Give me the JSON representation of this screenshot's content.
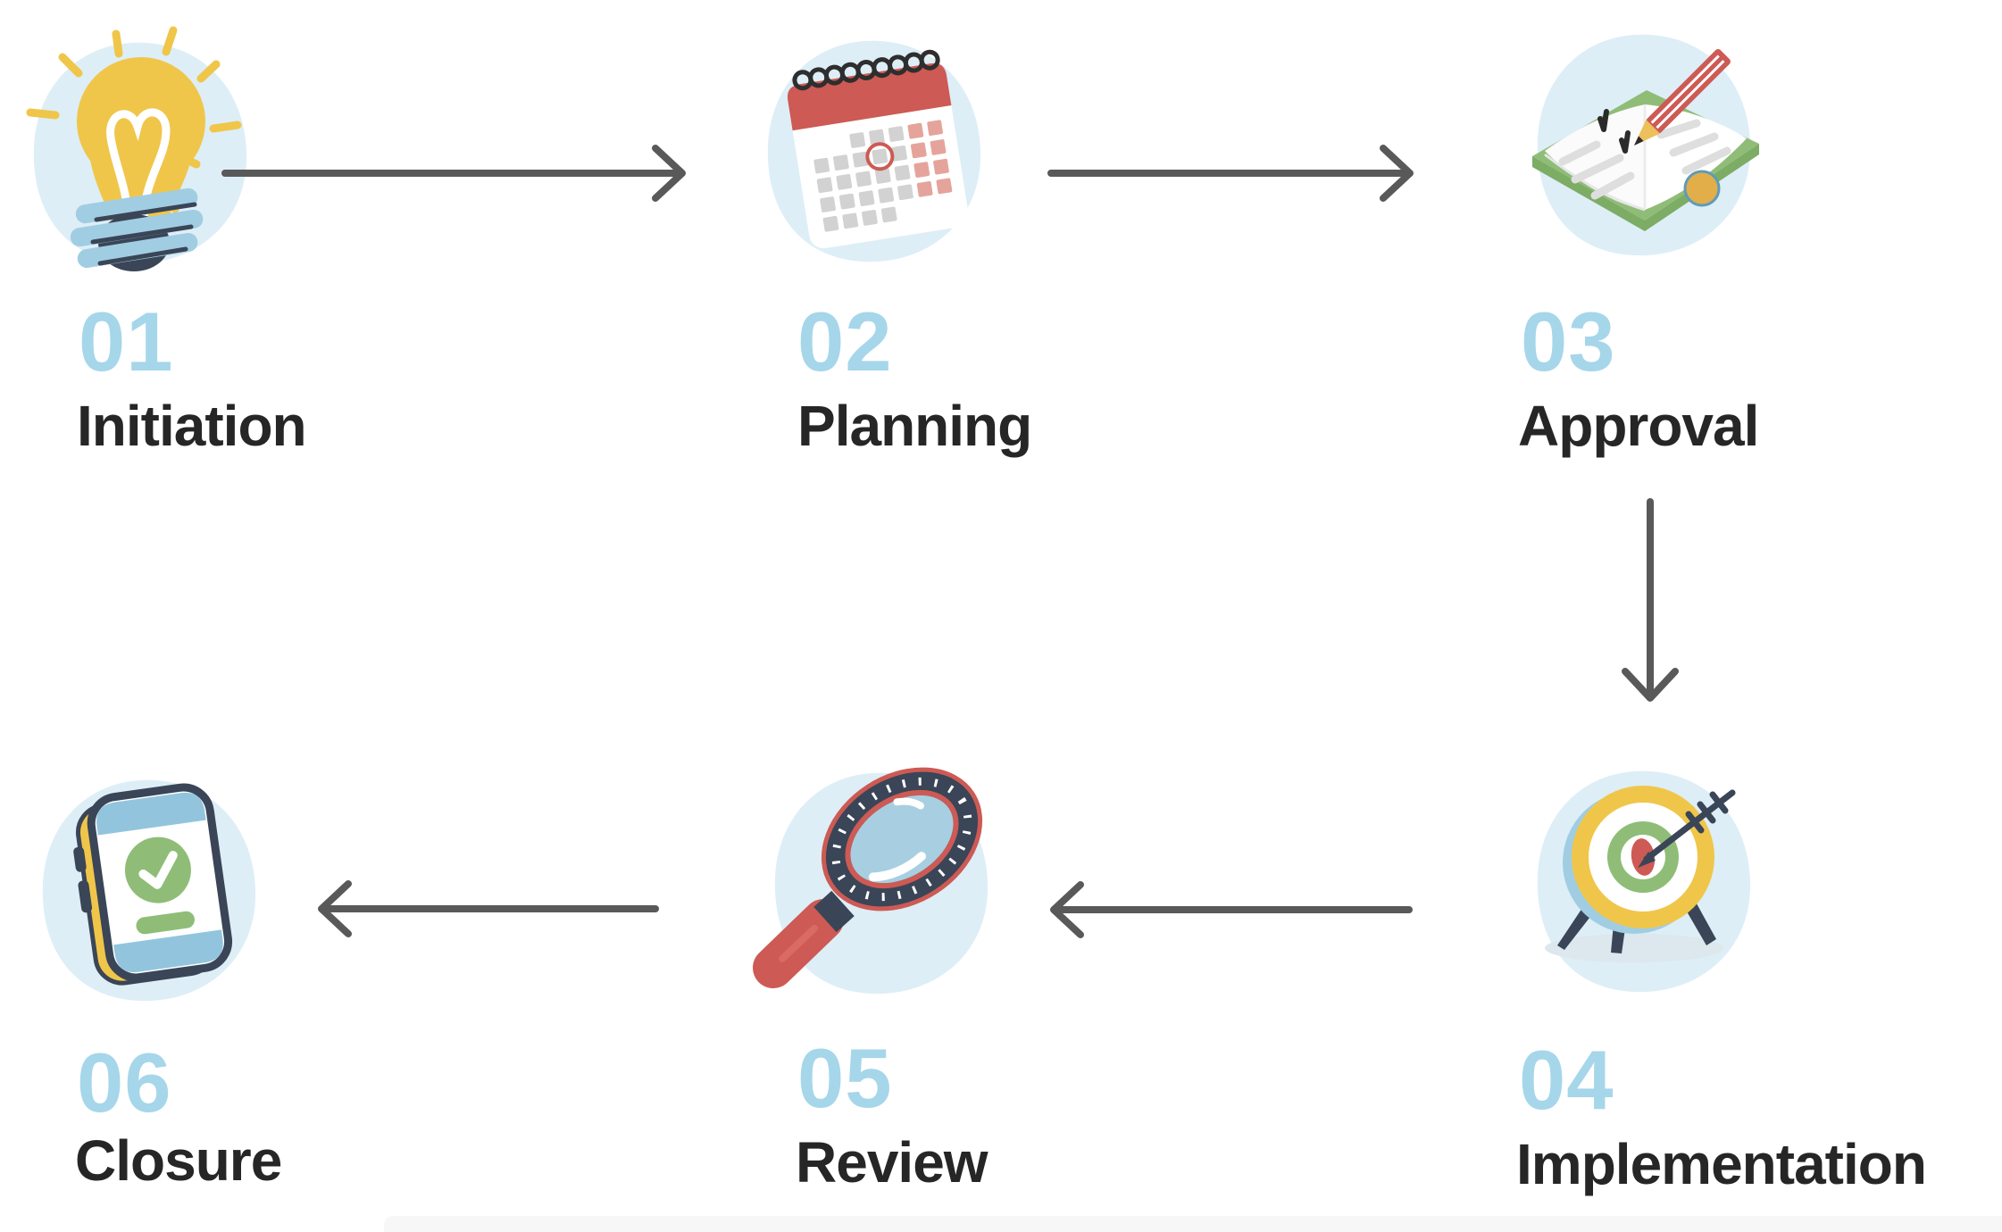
{
  "steps": [
    {
      "number": "01",
      "label": "Initiation",
      "icon": "lightbulb-idea-icon"
    },
    {
      "number": "02",
      "label": "Planning",
      "icon": "calendar-icon"
    },
    {
      "number": "03",
      "label": "Approval",
      "icon": "open-book-pencil-icon"
    },
    {
      "number": "04",
      "label": "Implementation",
      "icon": "target-arrow-icon"
    },
    {
      "number": "05",
      "label": "Review",
      "icon": "magnifying-glass-icon"
    },
    {
      "number": "06",
      "label": "Closure",
      "icon": "phone-check-icon"
    }
  ],
  "flow": {
    "arrows": [
      {
        "from": "01",
        "to": "02",
        "direction": "right"
      },
      {
        "from": "02",
        "to": "03",
        "direction": "right"
      },
      {
        "from": "03",
        "to": "04",
        "direction": "down"
      },
      {
        "from": "04",
        "to": "05",
        "direction": "left"
      },
      {
        "from": "05",
        "to": "06",
        "direction": "left"
      }
    ]
  },
  "colors": {
    "step_number": "#a6d6ea",
    "step_label": "#262626",
    "arrow": "#595959",
    "icon_background": "#ddeef7",
    "accent_yellow": "#f0c64a",
    "accent_red": "#cd5a54",
    "accent_green": "#8fbd77",
    "accent_navy": "#3a4557",
    "accent_sky": "#a1cde2",
    "calendar_square_gray": "#d2d2d2",
    "calendar_square_pink": "#e5a49b"
  }
}
